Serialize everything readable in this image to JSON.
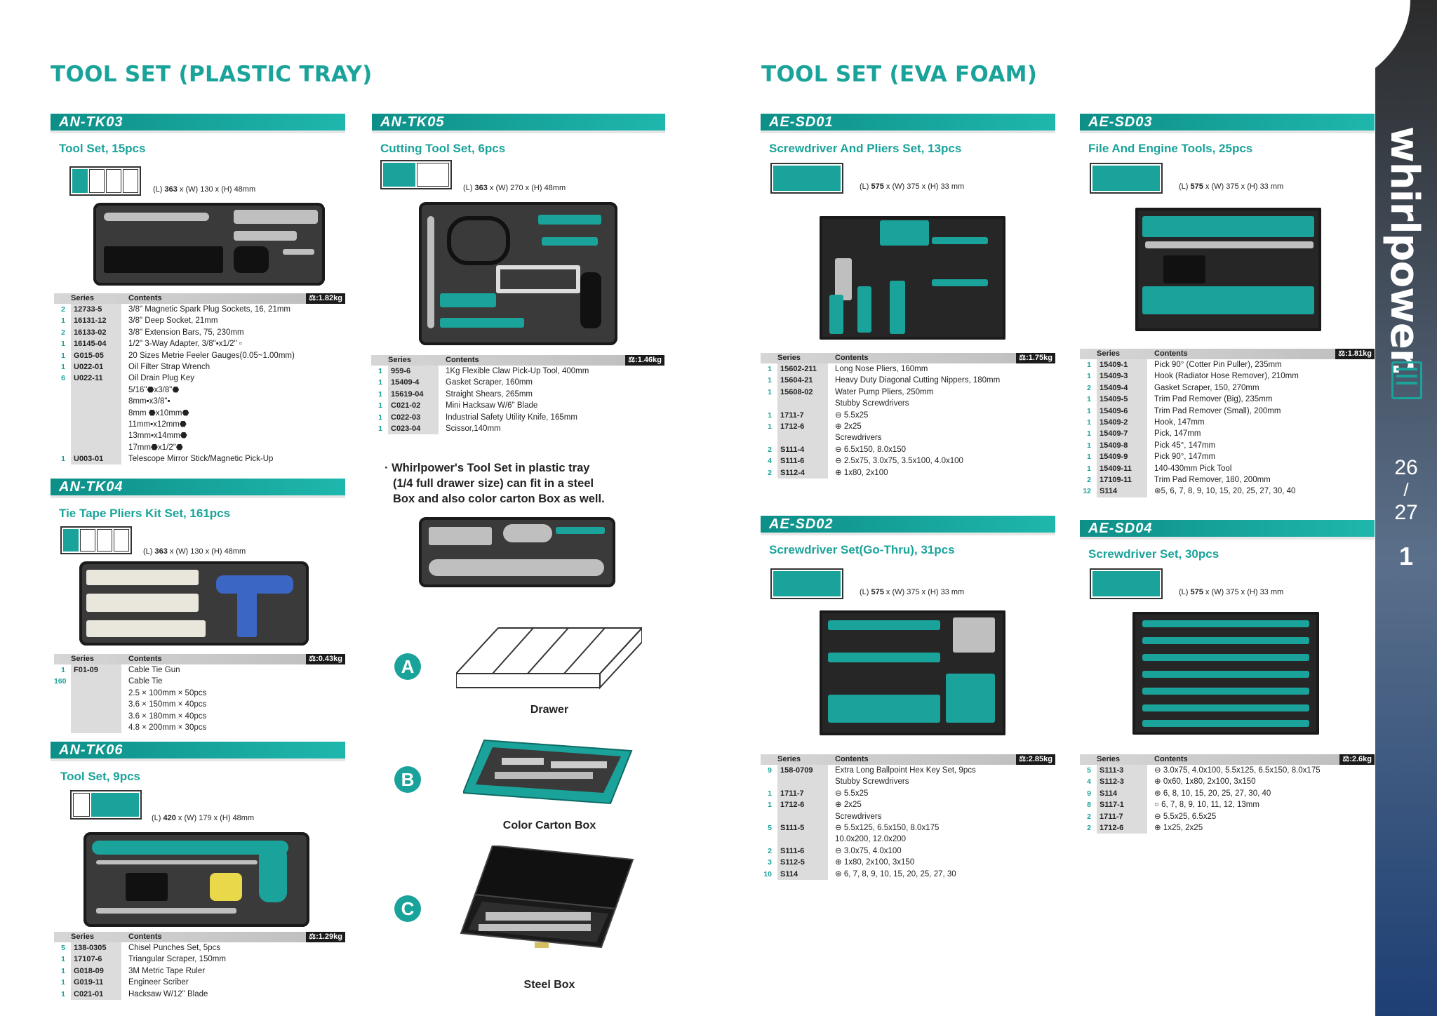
{
  "left_title": "TOOL SET (PLASTIC TRAY)",
  "right_title": "TOOL SET (EVA FOAM)",
  "brand": "whirlpower.",
  "pages": {
    "top": "26",
    "sep": "/",
    "bottom": "27",
    "index": "1"
  },
  "colors": {
    "accent": "#1aa39a",
    "dark": "#1b1b1b"
  },
  "table_headers": {
    "series": "Series",
    "contents": "Contents"
  },
  "sets": {
    "tk03": {
      "code": "AN-TK03",
      "title": "Tool Set, 15pcs",
      "dims": {
        "l": "363",
        "w": "130",
        "h": "48mm"
      },
      "weight": ":1.82kg",
      "rows": [
        {
          "q": "2",
          "c": "12733-5",
          "d": "3/8\" Magnetic Spark Plug Sockets, 16, 21mm"
        },
        {
          "q": "1",
          "c": "16131-12",
          "d": "3/8\" Deep Socket, 21mm"
        },
        {
          "q": "2",
          "c": "16133-02",
          "d": "3/8\" Extension Bars, 75, 230mm"
        },
        {
          "q": "1",
          "c": "16145-04",
          "d": "1/2\" 3-Way Adapter, 3/8\"▪x1/2\" ▫"
        },
        {
          "q": "1",
          "c": "G015-05",
          "d": "20 Sizes Metrie Feeler Gauges(0.05~1.00mm)"
        },
        {
          "q": "1",
          "c": "U022-01",
          "d": "Oil Filter Strap Wrench"
        },
        {
          "q": "6",
          "c": "U022-11",
          "d": "Oil Drain Plug Key"
        },
        {
          "q": "",
          "c": "",
          "d": "5/16\"⬣x3/8\"⬣"
        },
        {
          "q": "",
          "c": "",
          "d": "8mm▪x3/8\"▪"
        },
        {
          "q": "",
          "c": "",
          "d": "8mm ⬣x10mm⬣"
        },
        {
          "q": "",
          "c": "",
          "d": "11mm▪x12mm⬣"
        },
        {
          "q": "",
          "c": "",
          "d": "13mm▪x14mm⬣"
        },
        {
          "q": "",
          "c": "",
          "d": "17mm⬣x1/2\"⬣"
        },
        {
          "q": "1",
          "c": "U003-01",
          "d": "Telescope Mirror Stick/Magnetic Pick-Up"
        }
      ]
    },
    "tk04": {
      "code": "AN-TK04",
      "title": "Tie Tape Pliers Kit Set, 161pcs",
      "dims": {
        "l": "363",
        "w": "130",
        "h": "48mm"
      },
      "weight": ":0.43kg",
      "rows": [
        {
          "q": "1",
          "c": "F01-09",
          "d": "Cable Tie Gun"
        },
        {
          "q": "160",
          "c": "",
          "d": "Cable Tie"
        },
        {
          "q": "",
          "c": "",
          "d": "2.5 × 100mm × 50pcs"
        },
        {
          "q": "",
          "c": "",
          "d": "3.6 × 150mm × 40pcs"
        },
        {
          "q": "",
          "c": "",
          "d": "3.6 × 180mm × 40pcs"
        },
        {
          "q": "",
          "c": "",
          "d": "4.8 × 200mm × 30pcs"
        }
      ]
    },
    "tk06": {
      "code": "AN-TK06",
      "title": "Tool Set, 9pcs",
      "dims": {
        "l": "420",
        "w": "179",
        "h": "48mm"
      },
      "weight": ":1.29kg",
      "rows": [
        {
          "q": "5",
          "c": "138-0305",
          "d": "Chisel Punches Set, 5pcs"
        },
        {
          "q": "1",
          "c": "17107-6",
          "d": "Triangular Scraper, 150mm"
        },
        {
          "q": "1",
          "c": "G018-09",
          "d": "3M Metric Tape Ruler"
        },
        {
          "q": "1",
          "c": "G019-11",
          "d": "Engineer Scriber"
        },
        {
          "q": "1",
          "c": "C021-01",
          "d": "Hacksaw W/12\" Blade"
        }
      ]
    },
    "tk05": {
      "code": "AN-TK05",
      "title": "Cutting Tool Set, 6pcs",
      "dims": {
        "l": "363",
        "w": "270",
        "h": "48mm"
      },
      "weight": ":1.46kg",
      "rows": [
        {
          "q": "1",
          "c": "959-6",
          "d": "1Kg Flexible Claw Pick-Up Tool, 400mm"
        },
        {
          "q": "1",
          "c": "15409-4",
          "d": "Gasket Scraper, 160mm"
        },
        {
          "q": "1",
          "c": "15619-04",
          "d": "Straight Shears, 265mm"
        },
        {
          "q": "1",
          "c": "C021-02",
          "d": "Mini Hacksaw W/6\" Blade"
        },
        {
          "q": "1",
          "c": "C022-03",
          "d": "Industrial Safety Utility Knife, 165mm"
        },
        {
          "q": "1",
          "c": "C023-04",
          "d": "Scissor,140mm"
        }
      ]
    },
    "sd01": {
      "code": "AE-SD01",
      "title": "Screwdriver And Pliers Set, 13pcs",
      "dims": {
        "l": "575",
        "w": "375",
        "h": "33 mm"
      },
      "weight": ":1.75kg",
      "rows": [
        {
          "q": "1",
          "c": "15602-211",
          "d": "Long Nose Pliers, 160mm"
        },
        {
          "q": "1",
          "c": "15604-21",
          "d": "Heavy Duty Diagonal Cutting Nippers, 180mm"
        },
        {
          "q": "1",
          "c": "15608-02",
          "d": "Water Pump Pliers, 250mm"
        },
        {
          "q": "",
          "c": "",
          "d": "Stubby Screwdrivers"
        },
        {
          "q": "1",
          "c": "1711-7",
          "d": "⊖ 5.5x25"
        },
        {
          "q": "1",
          "c": "1712-6",
          "d": "⊕ 2x25"
        },
        {
          "q": "",
          "c": "",
          "d": "Screwdrivers"
        },
        {
          "q": "2",
          "c": "S111-4",
          "d": "⊖ 6.5x150, 8.0x150"
        },
        {
          "q": "4",
          "c": "S111-6",
          "d": "⊖ 2.5x75, 3.0x75, 3.5x100, 4.0x100"
        },
        {
          "q": "2",
          "c": "S112-4",
          "d": "⊕ 1x80, 2x100"
        }
      ]
    },
    "sd02": {
      "code": "AE-SD02",
      "title": "Screwdriver Set(Go-Thru), 31pcs",
      "dims": {
        "l": "575",
        "w": "375",
        "h": "33 mm"
      },
      "weight": ":2.85kg",
      "rows": [
        {
          "q": "9",
          "c": "158-0709",
          "d": "Extra Long Ballpoint Hex Key Set, 9pcs"
        },
        {
          "q": "",
          "c": "",
          "d": "Stubby Screwdrivers"
        },
        {
          "q": "1",
          "c": "1711-7",
          "d": "⊖ 5.5x25"
        },
        {
          "q": "1",
          "c": "1712-6",
          "d": "⊕ 2x25"
        },
        {
          "q": "",
          "c": "",
          "d": "Screwdrivers"
        },
        {
          "q": "5",
          "c": "S111-5",
          "d": "⊖ 5.5x125, 6.5x150, 8.0x175"
        },
        {
          "q": "",
          "c": "",
          "d": "   10.0x200, 12.0x200"
        },
        {
          "q": "2",
          "c": "S111-6",
          "d": "⊖ 3.0x75, 4.0x100"
        },
        {
          "q": "3",
          "c": "S112-5",
          "d": "⊕ 1x80, 2x100, 3x150"
        },
        {
          "q": "10",
          "c": "S114",
          "d": "⊛ 6, 7, 8, 9, 10, 15, 20, 25, 27, 30"
        }
      ]
    },
    "sd03": {
      "code": "AE-SD03",
      "title": "File And Engine Tools, 25pcs",
      "dims": {
        "l": "575",
        "w": "375",
        "h": "33 mm"
      },
      "weight": ":1.81kg",
      "rows": [
        {
          "q": "1",
          "c": "15409-1",
          "d": "Pick 90° (Cotter Pin Puller), 235mm"
        },
        {
          "q": "1",
          "c": "15409-3",
          "d": "Hook (Radiator Hose Remover), 210mm"
        },
        {
          "q": "2",
          "c": "15409-4",
          "d": "Gasket Scraper, 150, 270mm"
        },
        {
          "q": "1",
          "c": "15409-5",
          "d": "Trim Pad Remover (Big), 235mm"
        },
        {
          "q": "1",
          "c": "15409-6",
          "d": "Trim Pad Remover (Small), 200mm"
        },
        {
          "q": "1",
          "c": "15409-2",
          "d": "Hook, 147mm"
        },
        {
          "q": "1",
          "c": "15409-7",
          "d": "Pick, 147mm"
        },
        {
          "q": "1",
          "c": "15409-8",
          "d": "Pick 45°, 147mm"
        },
        {
          "q": "1",
          "c": "15409-9",
          "d": "Pick 90°, 147mm"
        },
        {
          "q": "1",
          "c": "15409-11",
          "d": "140-430mm Pick Tool"
        },
        {
          "q": "2",
          "c": "17109-11",
          "d": "Trim Pad Remover, 180, 200mm"
        },
        {
          "q": "12",
          "c": "S114",
          "d": "⊛5, 6, 7, 8, 9, 10, 15, 20, 25, 27, 30, 40"
        }
      ]
    },
    "sd04": {
      "code": "AE-SD04",
      "title": "Screwdriver Set, 30pcs",
      "dims": {
        "l": "575",
        "w": "375",
        "h": "33 mm"
      },
      "weight": ":2.6kg",
      "rows": [
        {
          "q": "5",
          "c": "S111-3",
          "d": "⊖ 3.0x75, 4.0x100, 5.5x125, 6.5x150, 8.0x175"
        },
        {
          "q": "4",
          "c": "S112-3",
          "d": "⊕ 0x60, 1x80, 2x100, 3x150"
        },
        {
          "q": "9",
          "c": "S114",
          "d": "⊛ 6, 8, 10, 15, 20, 25, 27, 30, 40"
        },
        {
          "q": "8",
          "c": "S117-1",
          "d": "○ 6, 7, 8, 9, 10, 11, 12, 13mm"
        },
        {
          "q": "2",
          "c": "1711-7",
          "d": "⊖ 5.5x25, 6.5x25"
        },
        {
          "q": "2",
          "c": "1712-6",
          "d": "⊕ 1x25, 2x25"
        }
      ]
    }
  },
  "note": {
    "bullet": "·",
    "lines": [
      "Whirlpower's Tool Set in plastic tray",
      "(1/4 full drawer size) can fit in a steel",
      "Box and also color carton Box as well."
    ]
  },
  "options": [
    {
      "letter": "A",
      "caption": "Drawer"
    },
    {
      "letter": "B",
      "caption": "Color Carton Box"
    },
    {
      "letter": "C",
      "caption": "Steel Box"
    }
  ]
}
